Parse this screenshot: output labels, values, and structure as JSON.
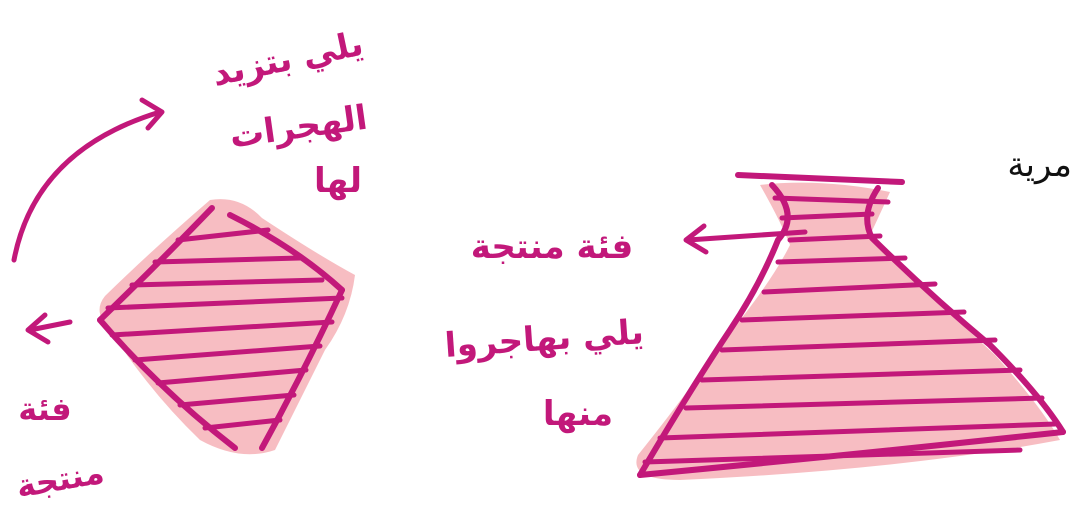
{
  "colors": {
    "ink": "#c2187a",
    "fill": "#f7b9bf",
    "background": "#ffffff",
    "typed_text": "#111111"
  },
  "typed_text": {
    "partial_word": "مرية"
  },
  "diamond_figure": {
    "top_note": [
      "يلي بتزيد",
      "الهجرات",
      "لها"
    ],
    "left_note": [
      "فئة",
      "منتجة"
    ]
  },
  "pyramid_figure": {
    "note": [
      "فئة منتجة",
      "يلي بهاجروا",
      "منها"
    ]
  }
}
